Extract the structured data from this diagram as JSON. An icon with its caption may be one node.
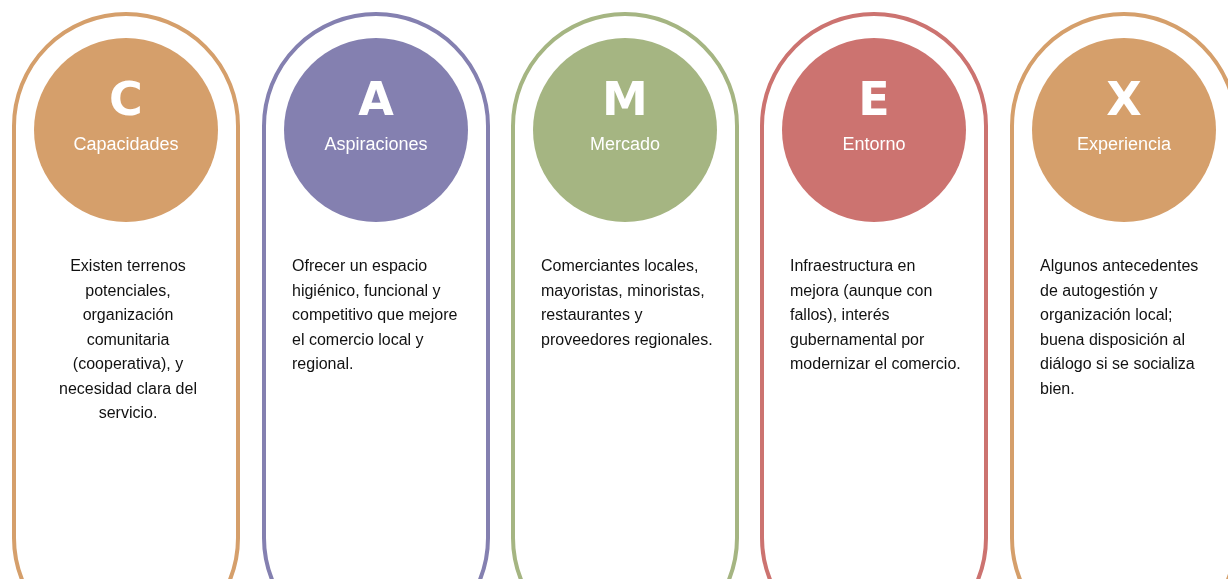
{
  "diagram": {
    "nodes": [
      {
        "text": [
          "Existen terrenos potenciales, organización comunitaria (cooperativa), y necesidad clara del servicio."
        ]
      },
      {
        "text": [
          "C",
          "Capacidades"
        ],
        "in": 0
      },
      {
        "text": [
          "Ofrecer un espacio higiénico, funcional y competitivo que mejore el comercio local y regional."
        ]
      },
      {
        "text": [
          "A",
          "Aspiraciones"
        ],
        "in": 2
      },
      {
        "text": [
          "Comerciantes locales, mayoristas, minoristas, restaurantes y proveedores regionales."
        ]
      },
      {
        "text": [
          "M",
          "Mercado"
        ],
        "in": 4
      },
      {
        "text": [
          "Infraestructura en mejora (aunque con fallos), interés gubernamental por modernizar el comercio."
        ]
      },
      {
        "text": [
          "E",
          "Entorno"
        ],
        "in": 6
      },
      {
        "text": [
          "Algunos antecedentes de autogestión y organización local; buena disposición al diálogo si se socializa bien."
        ]
      },
      {
        "text": [
          "X",
          "Experiencia"
        ],
        "in": 8
      }
    ]
  }
}
